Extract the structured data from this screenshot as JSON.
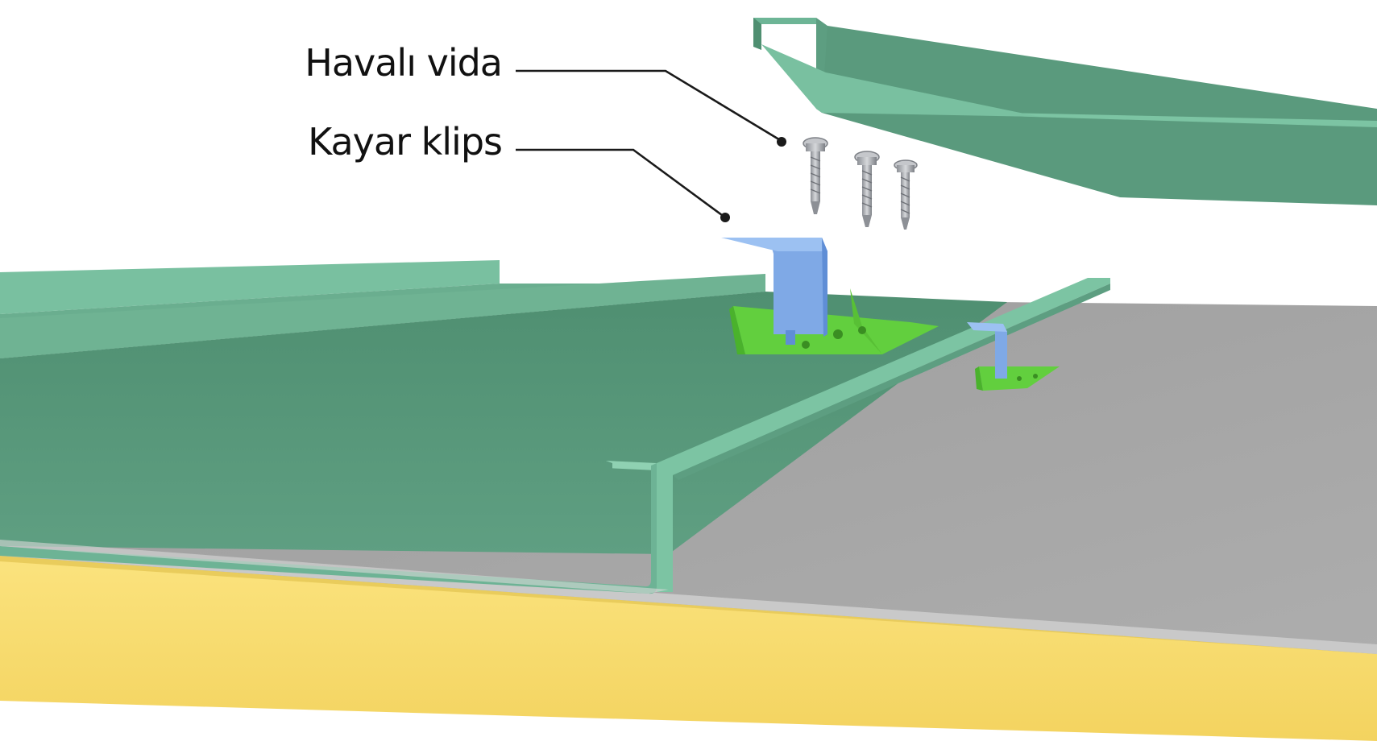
{
  "callouts": [
    {
      "id": "screw",
      "label": "Havalı vida"
    },
    {
      "id": "clip",
      "label": "Kayar klips"
    }
  ],
  "colors": {
    "panel_green": "#5a9a7d",
    "panel_green_light": "#7cc1a2",
    "clip_blue": "#7fa9e6",
    "clip_base_green": "#62cf3e",
    "substrate_grey": "#a3a3a3",
    "insulation_yellow": "#f8dd72",
    "screw_steel": "#a9acb1"
  }
}
